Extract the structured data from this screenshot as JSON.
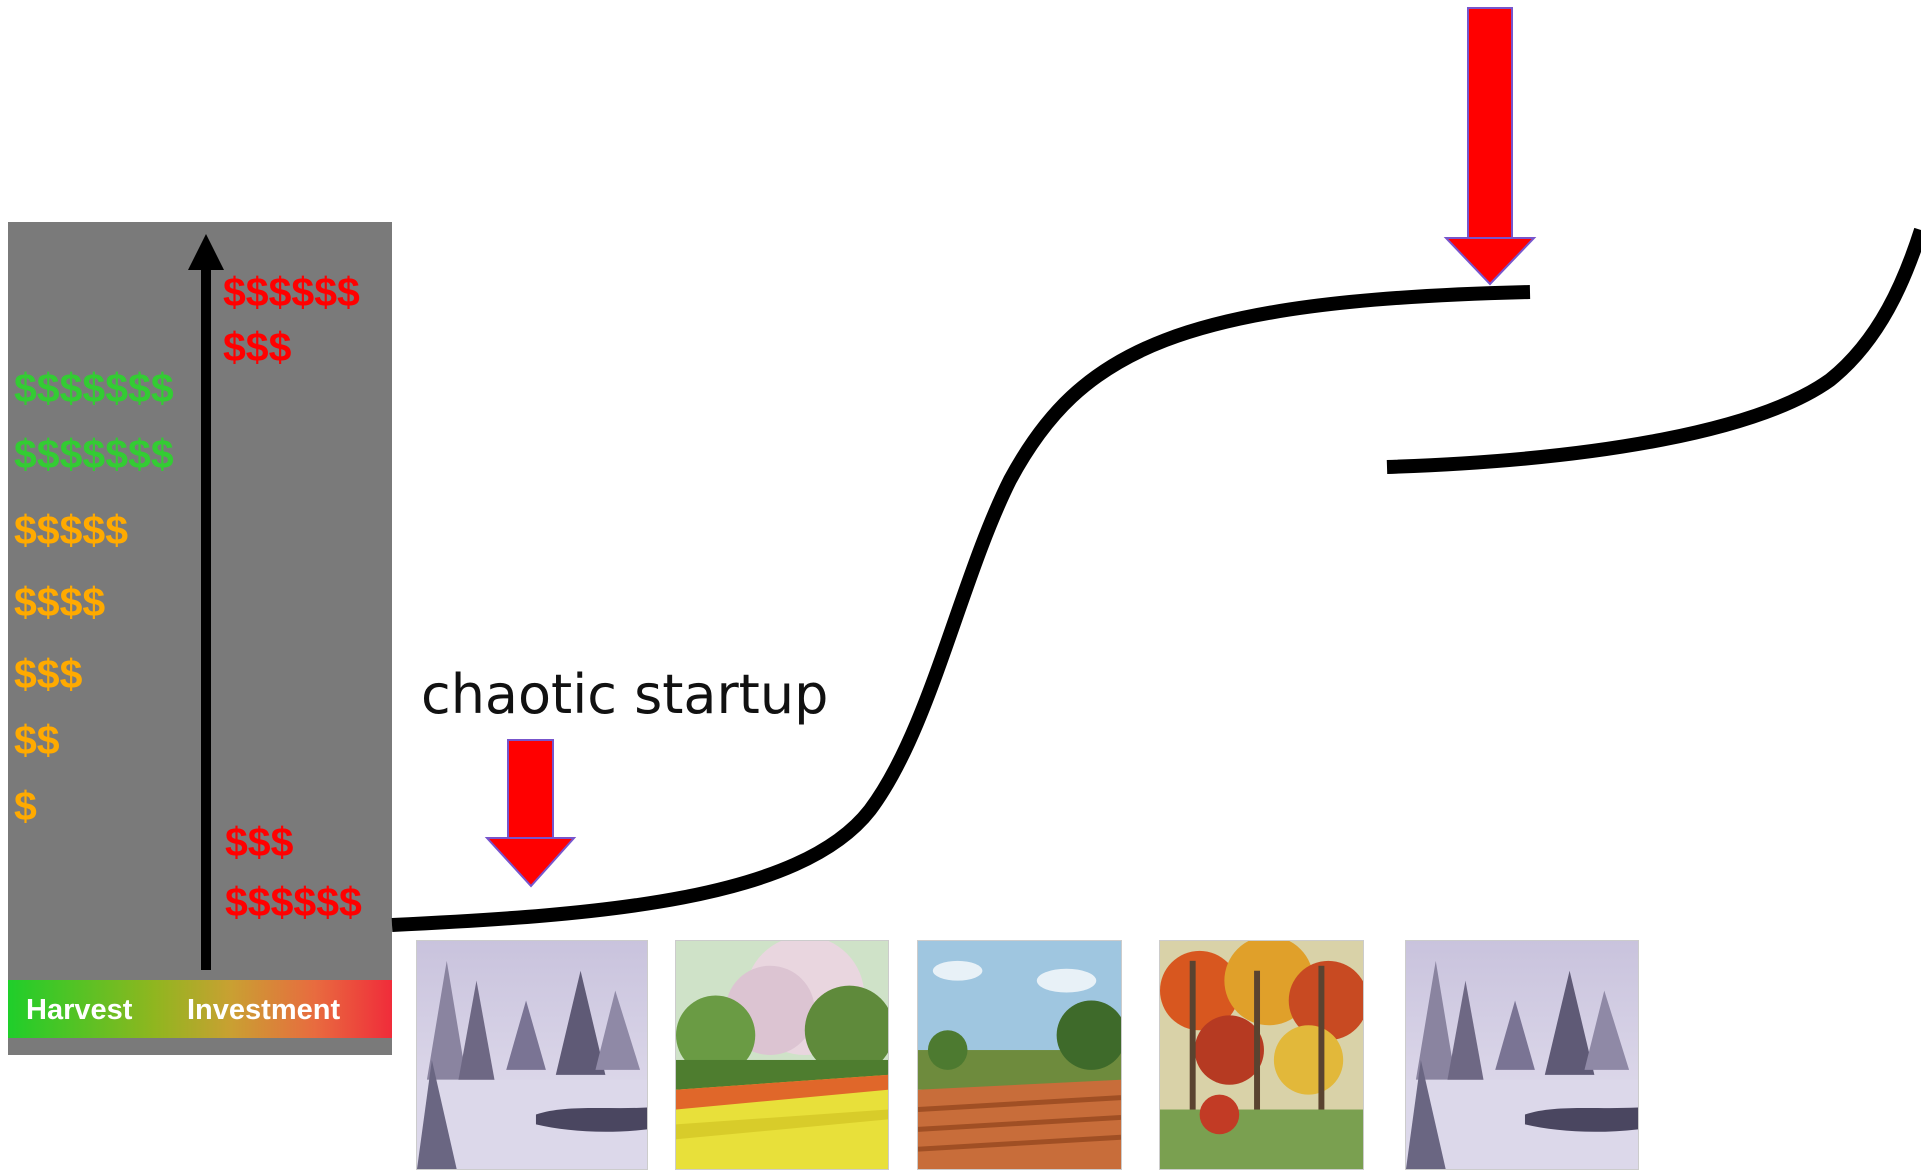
{
  "caption": "chaotic startup",
  "panel": {
    "harvest_label": "Harvest",
    "investment_label": "Investment",
    "harvest_levels": [
      {
        "text": "$$$$$$$",
        "color": "green"
      },
      {
        "text": "$$$$$$$",
        "color": "green"
      },
      {
        "text": "$$$$$",
        "color": "orange"
      },
      {
        "text": "$$$$",
        "color": "orange"
      },
      {
        "text": "$$$",
        "color": "orange"
      },
      {
        "text": "$$",
        "color": "orange"
      },
      {
        "text": "$",
        "color": "orange"
      }
    ],
    "investment_top": [
      "$$$$$$",
      "$$$"
    ],
    "investment_bottom": [
      "$$$",
      "$$$$$$"
    ]
  },
  "seasons": [
    "winter",
    "spring",
    "summer",
    "autumn",
    "winter"
  ],
  "colors": {
    "panel": "#7a7a7a",
    "arrow": "#ff0000",
    "curve": "#000000",
    "green_dollars": "#33cc33",
    "orange_dollars": "#ffaa00",
    "red_dollars": "#ff0000"
  }
}
